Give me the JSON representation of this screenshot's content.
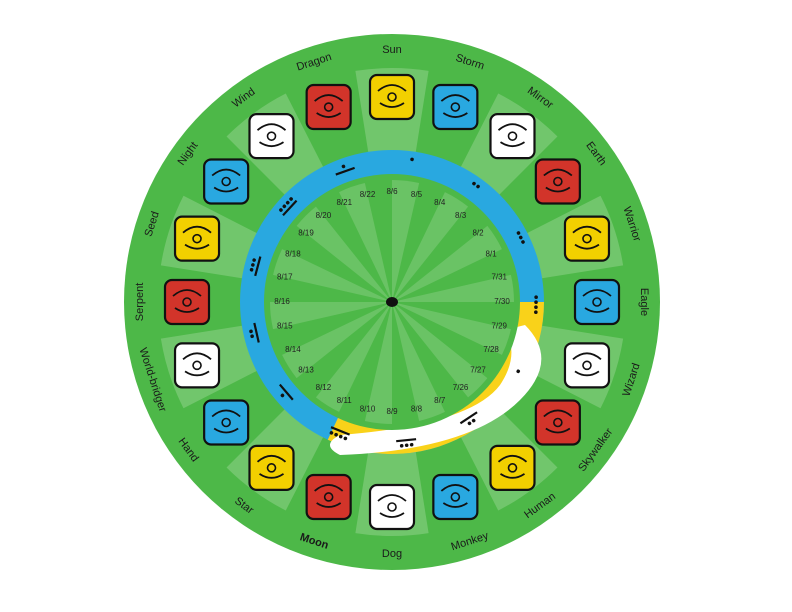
{
  "signs": [
    {
      "name": "Sun",
      "color": "#f2d000",
      "bold": false
    },
    {
      "name": "Storm",
      "color": "#29a8e0",
      "bold": false
    },
    {
      "name": "Mirror",
      "color": "#ffffff",
      "bold": false
    },
    {
      "name": "Earth",
      "color": "#d2342a",
      "bold": false
    },
    {
      "name": "Warrior",
      "color": "#f2d000",
      "bold": false
    },
    {
      "name": "Eagle",
      "color": "#29a8e0",
      "bold": false
    },
    {
      "name": "Wizard",
      "color": "#ffffff",
      "bold": false
    },
    {
      "name": "Skywalker",
      "color": "#d2342a",
      "bold": false
    },
    {
      "name": "Human",
      "color": "#f2d000",
      "bold": false
    },
    {
      "name": "Monkey",
      "color": "#29a8e0",
      "bold": false
    },
    {
      "name": "Dog",
      "color": "#ffffff",
      "bold": false
    },
    {
      "name": "Moon",
      "color": "#d2342a",
      "bold": true
    },
    {
      "name": "Star",
      "color": "#f2d000",
      "bold": false
    },
    {
      "name": "Hand",
      "color": "#29a8e0",
      "bold": false
    },
    {
      "name": "World-bridger",
      "color": "#ffffff",
      "bold": false
    },
    {
      "name": "Serpent",
      "color": "#d2342a",
      "bold": false
    },
    {
      "name": "Seed",
      "color": "#f2d000",
      "bold": false
    },
    {
      "name": "Night",
      "color": "#29a8e0",
      "bold": false
    },
    {
      "name": "Wind",
      "color": "#ffffff",
      "bold": false
    },
    {
      "name": "Dragon",
      "color": "#d2342a",
      "bold": false
    }
  ],
  "dates": [
    {
      "month": "8",
      "day": "6"
    },
    {
      "month": "8",
      "day": "5"
    },
    {
      "month": "8",
      "day": "4"
    },
    {
      "month": "8",
      "day": "3"
    },
    {
      "month": "8",
      "day": "2"
    },
    {
      "month": "8",
      "day": "1"
    },
    {
      "month": "7",
      "day": "31"
    },
    {
      "month": "7",
      "day": "30"
    },
    {
      "month": "7",
      "day": "29"
    },
    {
      "month": "7",
      "day": "28"
    },
    {
      "month": "7",
      "day": "27"
    },
    {
      "month": "7",
      "day": "26"
    },
    {
      "month": "8",
      "day": "7"
    },
    {
      "month": "8",
      "day": "8"
    },
    {
      "month": "8",
      "day": "9"
    },
    {
      "month": "8",
      "day": "10"
    },
    {
      "month": "8",
      "day": "11"
    },
    {
      "month": "8",
      "day": "12"
    },
    {
      "month": "8",
      "day": "13"
    },
    {
      "month": "8",
      "day": "14"
    },
    {
      "month": "8",
      "day": "15"
    },
    {
      "month": "8",
      "day": "16"
    },
    {
      "month": "8",
      "day": "17"
    },
    {
      "month": "8",
      "day": "18"
    },
    {
      "month": "8",
      "day": "19"
    },
    {
      "month": "8",
      "day": "20"
    },
    {
      "month": "8",
      "day": "21"
    },
    {
      "month": "8",
      "day": "22"
    }
  ],
  "colors": {
    "outer_ring": "#4db848",
    "segment_light": "#8fd18a",
    "blue_band": "#29a8e0",
    "yellow_band": "#f9d21a",
    "white_band": "#ffffff",
    "inner_disc": "#4db848",
    "marker": "#111111"
  }
}
